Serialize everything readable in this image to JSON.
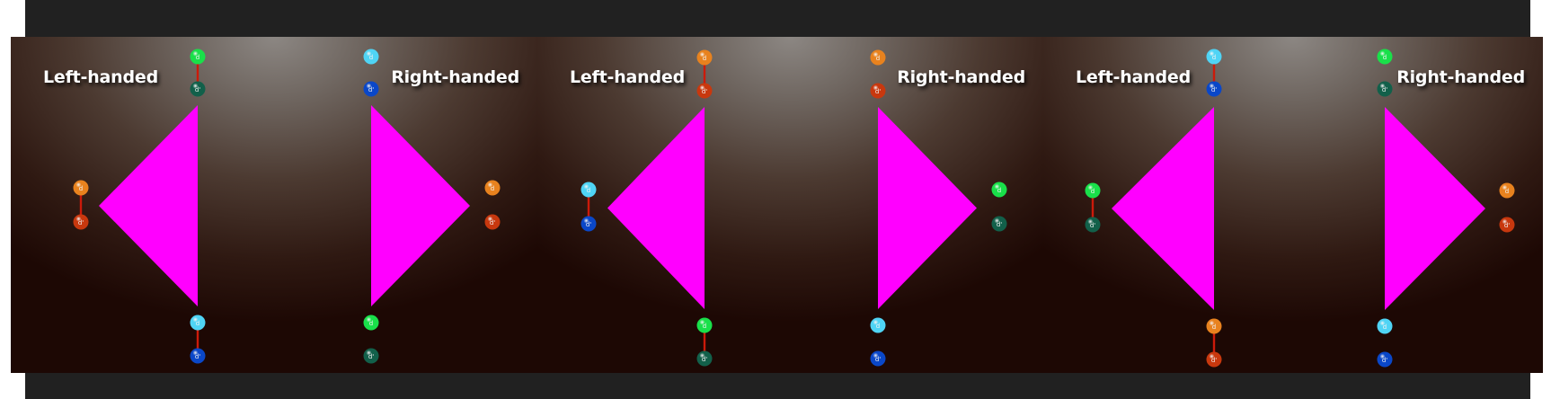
{
  "panels": [
    {
      "left_label": "Left-handed",
      "right_label": "Right-handed",
      "left_config": {
        "top": [
          "green",
          "teal"
        ],
        "side": [
          "orange",
          "orange-red"
        ],
        "bottom": [
          "cyan",
          "blue"
        ]
      },
      "right_config": {
        "top": [
          "cyan",
          "blue"
        ],
        "side": [
          "orange",
          "orange-red"
        ],
        "bottom": [
          "green",
          "teal"
        ]
      }
    },
    {
      "left_label": "Left-handed",
      "right_label": "Right-handed",
      "left_config": {
        "top": [
          "orange",
          "orange-red"
        ],
        "side": [
          "cyan",
          "blue"
        ],
        "bottom": [
          "green",
          "teal"
        ]
      },
      "right_config": {
        "top": [
          "orange",
          "orange-red"
        ],
        "side": [
          "green",
          "teal"
        ],
        "bottom": [
          "cyan",
          "blue"
        ]
      }
    },
    {
      "left_label": "Left-handed",
      "right_label": "Right-handed",
      "left_config": {
        "top": [
          "cyan",
          "blue"
        ],
        "side": [
          "green",
          "teal"
        ],
        "bottom": [
          "orange",
          "orange-red"
        ]
      },
      "right_config": {
        "top": [
          "green",
          "teal"
        ],
        "side": [
          "orange",
          "orange-red"
        ],
        "bottom": [
          "cyan",
          "blue"
        ]
      }
    }
  ],
  "colors": {
    "triangle": "#ff00ff",
    "bond": "#cc1a0a",
    "green": "#19e04a",
    "teal": "#12604a",
    "cyan": "#4fd4f5",
    "blue": "#0a47c8",
    "orange": "#e8821e",
    "orange-red": "#c8380e"
  },
  "ball_marks": {
    "primary": "d",
    "secondary": "d'"
  }
}
